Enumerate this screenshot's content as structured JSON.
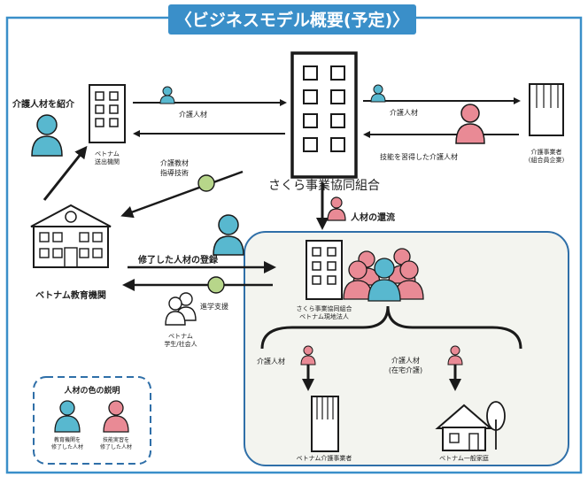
{
  "title": "〈ビジネスモデル概要(予定)〉",
  "colors": {
    "frame": "#3a8fc9",
    "title_bg": "#3a8fc9",
    "vietnam_person": "#58b8cf",
    "sakura_person": "#e98a95",
    "support_ball": "#b7d68a",
    "panel_bg": "#f3f4ef",
    "ink": "#1a1a1a"
  },
  "labels": {
    "introduce": "介護人材を紹介",
    "vn_sending": "ベトナム\n送出機関",
    "care_worker_1": "介護人材",
    "care_worker_2": "介護人材",
    "skilled_worker": "技能を習得した介護人材",
    "care_business": "介護事業者\n(組合員企業)",
    "teaching": "介護教材\n指導技術",
    "sakura": "さくら事業協同組合",
    "return": "人材の還流",
    "registration": "修了した人材の登録",
    "vn_education": "ベトナム教育機関",
    "advance_support": "進学支援",
    "vn_students": "ベトナム\n学生/社会人",
    "sakura_local": "さくら事業協同組合\nベトナム現地法人",
    "care_worker_3": "介護人材",
    "care_worker_home": "介護人材\n(在宅介護)",
    "vn_care_business": "ベトナム介護事業者",
    "vn_household": "ベトナム一般家庭"
  },
  "legend": {
    "title": "人材の色の説明",
    "blue": "教育機関を\n修了した人材",
    "pink": "技能実習を\n修了した人材"
  }
}
